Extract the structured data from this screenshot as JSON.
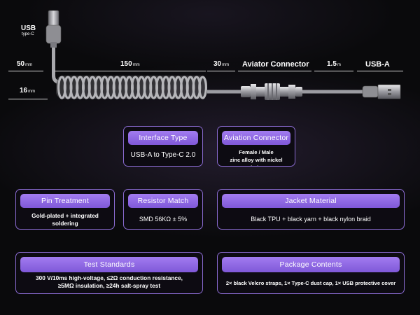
{
  "dimensions": {
    "usb_label": "USB",
    "usb_sub": "type-C",
    "h50": "50",
    "h16": "16",
    "len150": "150",
    "len30": "30",
    "aviator": "Aviator Connector",
    "len15": "1.5",
    "usba": "USB-A",
    "unit_mm": "mm",
    "unit_m": "m"
  },
  "cards": {
    "interface": {
      "title": "Interface Type",
      "body": "USB-A to Type-C 2.0"
    },
    "aviation": {
      "title": "Aviation Connector",
      "line1": "Female / Male",
      "line2": "zinc alloy with nickel plating"
    },
    "pin": {
      "title": "Pin Treatment",
      "line1": "Gold-plated + integrated",
      "line2": "soldering"
    },
    "resistor": {
      "title": "Resistor Match",
      "body": "SMD 56KΩ  ± 5%"
    },
    "jacket": {
      "title": "Jacket  Material",
      "body": "Black TPU + black yarn + black nylon braid"
    },
    "test": {
      "title": "Test  Standards",
      "line1": "300 V/10ms high-voltage, ≤2Ω conduction resistance,",
      "line2": "≥5MΩ insulation, ≥24h salt-spray test"
    },
    "package": {
      "title": "Package  Contents",
      "body": "2× black Velcro straps, 1× Type-C dust cap, 1× USB protective cover"
    }
  },
  "colors": {
    "accent": "#8a6bd1",
    "header": "#9a74ec",
    "cable": "#a9a9ad"
  }
}
